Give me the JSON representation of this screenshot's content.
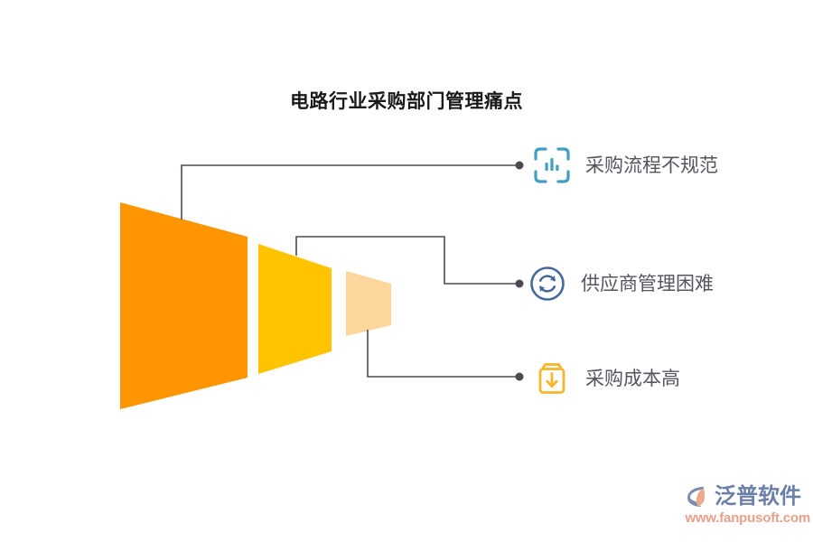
{
  "page": {
    "title": "电路行业采购部门管理痛点",
    "background": "#ffffff"
  },
  "funnel": {
    "segments": [
      {
        "name": "segment-large",
        "color": "#FF9500"
      },
      {
        "name": "segment-medium",
        "color": "#FFC300"
      },
      {
        "name": "segment-small",
        "color": "#FCD69A"
      }
    ]
  },
  "connectors": {
    "color": "#4a4a52",
    "dot_color": "#4a4a52"
  },
  "items": [
    {
      "icon": "bar-chart-frame-icon",
      "icon_color": "#3F9FC4",
      "label": "采购流程不规范"
    },
    {
      "icon": "refresh-circle-icon",
      "icon_color": "#44689E",
      "label": "供应商管理困难"
    },
    {
      "icon": "box-download-icon",
      "icon_color": "#F7B529",
      "label": "采购成本高"
    }
  ],
  "label_color": "#55555f",
  "logo": {
    "mark": "fanpu-logo-mark",
    "name": "泛普软件",
    "url": "www.fanpusoft.com",
    "name_color": "#6b7fa8",
    "url_color": "#e8a08a"
  }
}
